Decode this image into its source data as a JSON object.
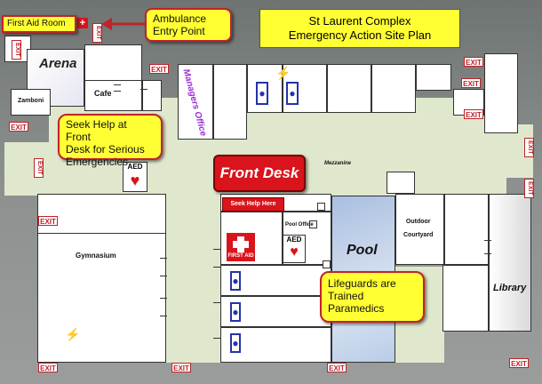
{
  "title": {
    "line1": "St Laurent Complex",
    "line2": "Emergency Action Site Plan"
  },
  "callouts": {
    "first_aid_room": "First Aid Room",
    "ambulance": [
      "Ambulance",
      "Entry Point"
    ],
    "seek_help": [
      "Seek Help at Front",
      "Desk for Serious",
      "Emergencies"
    ],
    "lifeguards": [
      "Lifeguards are",
      "Trained",
      "Paramedics"
    ],
    "seek_help_here": "Seek Help Here"
  },
  "rooms": {
    "arena": "Arena",
    "zamboni": "Zamboni",
    "cafe": "Cafe",
    "managers_office": "Managers Office",
    "front_desk": "Front Desk",
    "mezzanine": "Mezzanine",
    "gymnasium": "Gymnasium",
    "pool_office": "Pool Office",
    "pool": "Pool",
    "outdoor_courtyard": [
      "Outdoor",
      "Courtyard"
    ],
    "library": "Library",
    "first_aid": "FIRST AID",
    "aed": "AED"
  },
  "exit_label": "EXIT",
  "colors": {
    "exit_red": "#c0222a",
    "callout_yellow": "#ffff33",
    "hallway": "#dfe8cc",
    "pool_blue": "#b9cde8",
    "front_desk_red": "#d9141c"
  }
}
